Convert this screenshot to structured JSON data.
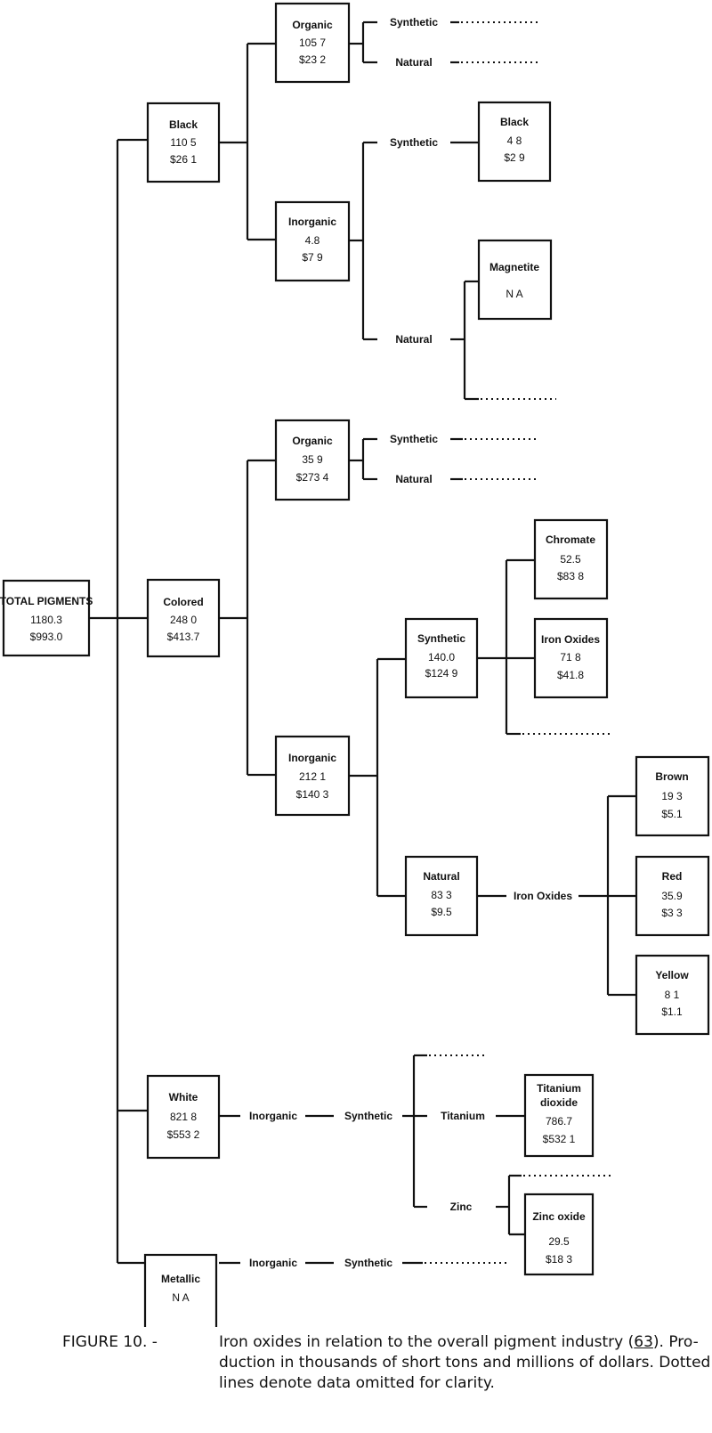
{
  "figure": {
    "label": "FIGURE 10. -",
    "caption_line1_pre": "Iron oxides in relation to the overall pigment industry (",
    "caption_ref": "63",
    "caption_line1_post": ").  Pro-",
    "caption_line2": "duction in thousands of short tons and millions of dollars.  Dotted",
    "caption_line3": "lines denote data omitted for clarity."
  },
  "nodes": {
    "total": {
      "title": "TOTAL PIGMENTS",
      "tons": "1180.3",
      "dollars": "$993.0"
    },
    "black": {
      "title": "Black",
      "tons": "110 5",
      "dollars": "$26 1"
    },
    "black_organic": {
      "title": "Organic",
      "tons": "105 7",
      "dollars": "$23 2"
    },
    "black_inorganic": {
      "title": "Inorganic",
      "tons": "4.8",
      "dollars": "$7 9"
    },
    "black_inorg_synth_black": {
      "title": "Black",
      "tons": "4 8",
      "dollars": "$2 9"
    },
    "magnetite": {
      "title": "Magnetite",
      "tons": "N A"
    },
    "colored": {
      "title": "Colored",
      "tons": "248 0",
      "dollars": "$413.7"
    },
    "colored_organic": {
      "title": "Organic",
      "tons": "35 9",
      "dollars": "$273 4"
    },
    "colored_inorganic": {
      "title": "Inorganic",
      "tons": "212 1",
      "dollars": "$140 3"
    },
    "colored_inorg_synthetic": {
      "title": "Synthetic",
      "tons": "140.0",
      "dollars": "$124 9"
    },
    "chromate": {
      "title": "Chromate",
      "tons": "52.5",
      "dollars": "$83 8"
    },
    "iron_oxides_synth": {
      "title": "Iron Oxides",
      "tons": "71 8",
      "dollars": "$41.8"
    },
    "colored_inorg_natural": {
      "title": "Natural",
      "tons": "83 3",
      "dollars": "$9.5"
    },
    "brown": {
      "title": "Brown",
      "tons": "19 3",
      "dollars": "$5.1"
    },
    "red": {
      "title": "Red",
      "tons": "35.9",
      "dollars": "$3 3"
    },
    "yellow": {
      "title": "Yellow",
      "tons": "8 1",
      "dollars": "$1.1"
    },
    "white": {
      "title": "White",
      "tons": "821 8",
      "dollars": "$553 2"
    },
    "titanium_dioxide": {
      "title": "Titanium",
      "title2": "dioxide",
      "tons": "786.7",
      "dollars": "$532 1"
    },
    "zinc_oxide": {
      "title": "Zinc oxide",
      "tons": "29.5",
      "dollars": "$18 3"
    },
    "metallic": {
      "title": "Metallic",
      "tons": "N A"
    }
  },
  "labels": {
    "black_org_synthetic": "Synthetic",
    "black_org_natural": "Natural",
    "black_inorg_synthetic": "Synthetic",
    "black_inorg_natural": "Natural",
    "col_org_synthetic": "Synthetic",
    "col_org_natural": "Natural",
    "iron_oxides": "Iron Oxides",
    "white_inorganic": "Inorganic",
    "white_synthetic": "Synthetic",
    "titanium": "Titanium",
    "zinc": "Zinc",
    "metallic_inorganic": "Inorganic",
    "metallic_synthetic": "Synthetic"
  }
}
